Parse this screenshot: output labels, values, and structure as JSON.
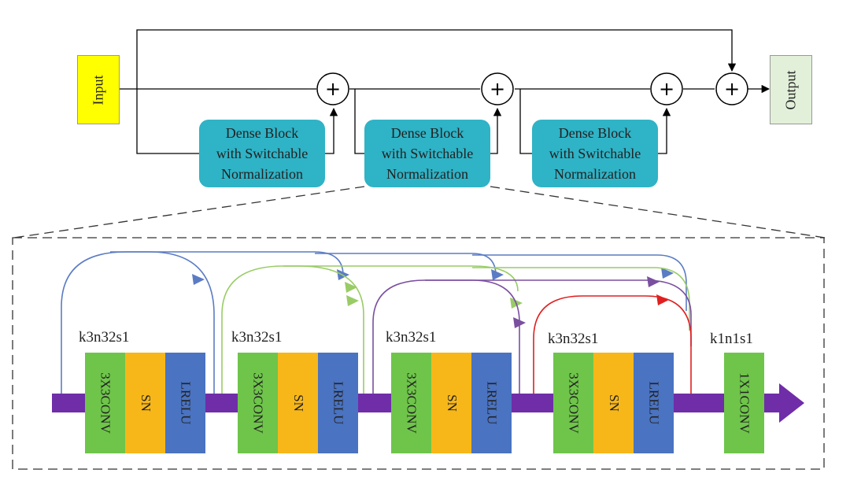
{
  "colors": {
    "input_box": "#ffff00",
    "output_box": "#e2f0d9",
    "dense_block": "#2fb3c6",
    "conv": "#6ec54a",
    "sn": "#f7b719",
    "lrelu": "#4a73c1",
    "pipe": "#6f2da8",
    "skip_blue": "#5b7cc4",
    "skip_green": "#99cc66",
    "skip_purple": "#7a4fa0",
    "skip_red": "#e02020"
  },
  "top": {
    "input_label": "Input",
    "output_label": "Output",
    "sum_symbol": "+",
    "dense_blocks": [
      {
        "lines": [
          "Dense Block",
          "with Switchable",
          "Normalization"
        ]
      },
      {
        "lines": [
          "Dense Block",
          "with Switchable",
          "Normalization"
        ]
      },
      {
        "lines": [
          "Dense Block",
          "with Switchable",
          "Normalization"
        ]
      }
    ]
  },
  "detail": {
    "layers": [
      {
        "kernel_label": "k3n32s1",
        "conv": "3X3CONV",
        "norm": "SN",
        "act": "LRELU"
      },
      {
        "kernel_label": "k3n32s1",
        "conv": "3X3CONV",
        "norm": "SN",
        "act": "LRELU"
      },
      {
        "kernel_label": "k3n32s1",
        "conv": "3X3CONV",
        "norm": "SN",
        "act": "LRELU"
      },
      {
        "kernel_label": "k3n32s1",
        "conv": "3X3CONV",
        "norm": "SN",
        "act": "LRELU"
      }
    ],
    "final": {
      "kernel_label": "k1n1s1",
      "conv": "1X1CONV"
    }
  }
}
